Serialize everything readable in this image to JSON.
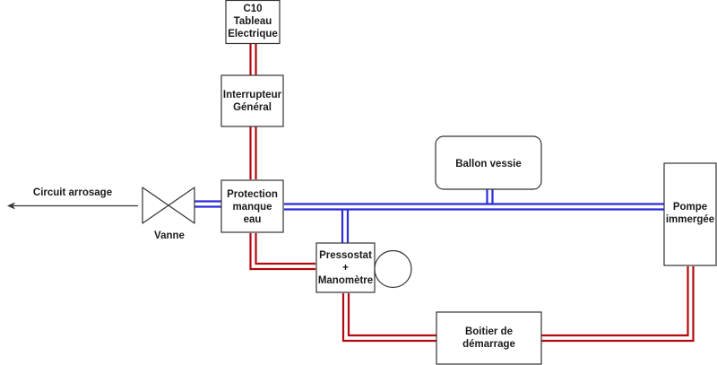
{
  "diagram": {
    "colors": {
      "electrical": "#b3090f",
      "water": "#2b2bdc",
      "border": "#333333",
      "text": "#1a1a1a"
    },
    "nodes": {
      "tableau": {
        "lines": [
          "C10",
          "Tableau",
          "Electrique"
        ]
      },
      "interrupteur": {
        "lines": [
          "Interrupteur",
          "Général"
        ]
      },
      "protection": {
        "lines": [
          "Protection",
          "manque",
          "eau"
        ]
      },
      "ballon": {
        "lines": [
          "Ballon vessie"
        ]
      },
      "pompe": {
        "lines": [
          "Pompe",
          "immergée"
        ]
      },
      "pressostat": {
        "lines": [
          "Pressostat",
          "+",
          "Manomètre"
        ]
      },
      "boitier": {
        "lines": [
          "Boitier de",
          "démarrage"
        ]
      },
      "vanne": {
        "label": "Vanne"
      },
      "circuit": {
        "label": "Circuit arrosage"
      }
    },
    "connections": [
      {
        "from": "tableau",
        "to": "interrupteur",
        "type": "electrical"
      },
      {
        "from": "interrupteur",
        "to": "protection",
        "type": "electrical"
      },
      {
        "from": "protection",
        "to": "pressostat",
        "type": "electrical"
      },
      {
        "from": "pressostat",
        "to": "boitier",
        "type": "electrical"
      },
      {
        "from": "boitier",
        "to": "pompe",
        "type": "electrical"
      },
      {
        "from": "pompe",
        "to": "protection",
        "type": "water"
      },
      {
        "from": "ballon",
        "to": "main-pipe",
        "type": "water"
      },
      {
        "from": "pressostat",
        "to": "main-pipe",
        "type": "water"
      },
      {
        "from": "protection",
        "to": "vanne",
        "type": "water"
      },
      {
        "from": "vanne",
        "to": "circuit",
        "type": "outflow"
      }
    ]
  }
}
